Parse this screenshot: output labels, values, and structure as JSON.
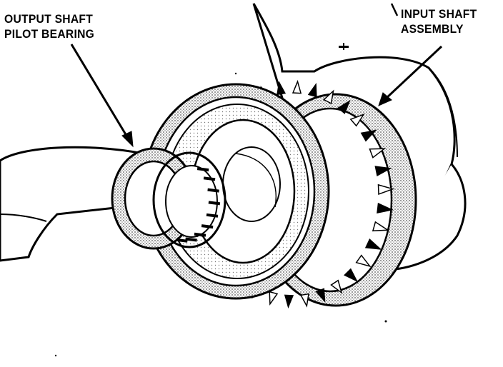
{
  "figure": {
    "callouts": {
      "output_shaft_pilot_bearing": [
        "OUTPUT SHAFT",
        "PILOT BEARING"
      ],
      "input_shaft_assembly": [
        "INPUT SHAFT",
        "ASSEMBLY"
      ]
    },
    "colors": {
      "ink": "#000000",
      "paper": "#ffffff",
      "stipple": "#b8b8b8"
    }
  }
}
